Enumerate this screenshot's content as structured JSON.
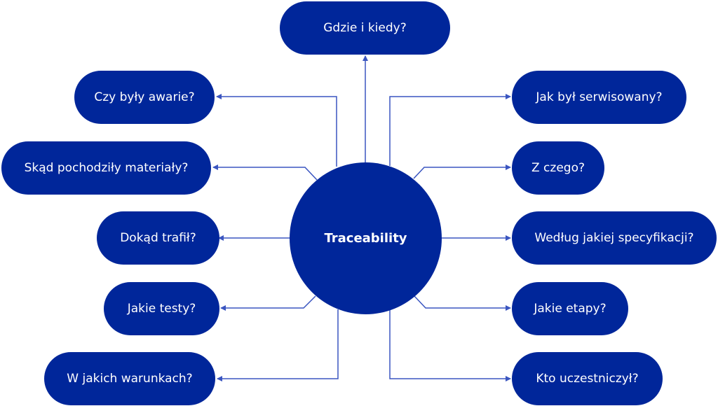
{
  "colors": {
    "node_fill": "#00269a",
    "connector": "#3a55c0",
    "text": "#ffffff"
  },
  "center": {
    "label": "Traceability"
  },
  "top": {
    "label": "Gdzie i kiedy?"
  },
  "left": [
    {
      "label": "Czy były awarie?"
    },
    {
      "label": "Skąd pochodziły materiały?"
    },
    {
      "label": "Dokąd trafił?"
    },
    {
      "label": "Jakie testy?"
    },
    {
      "label": "W jakich warunkach?"
    }
  ],
  "right": [
    {
      "label": "Jak był serwisowany?"
    },
    {
      "label": "Z czego?"
    },
    {
      "label": "Według jakiej specyfikacji?"
    },
    {
      "label": "Jakie etapy?"
    },
    {
      "label": "Kto uczestniczył?"
    }
  ]
}
